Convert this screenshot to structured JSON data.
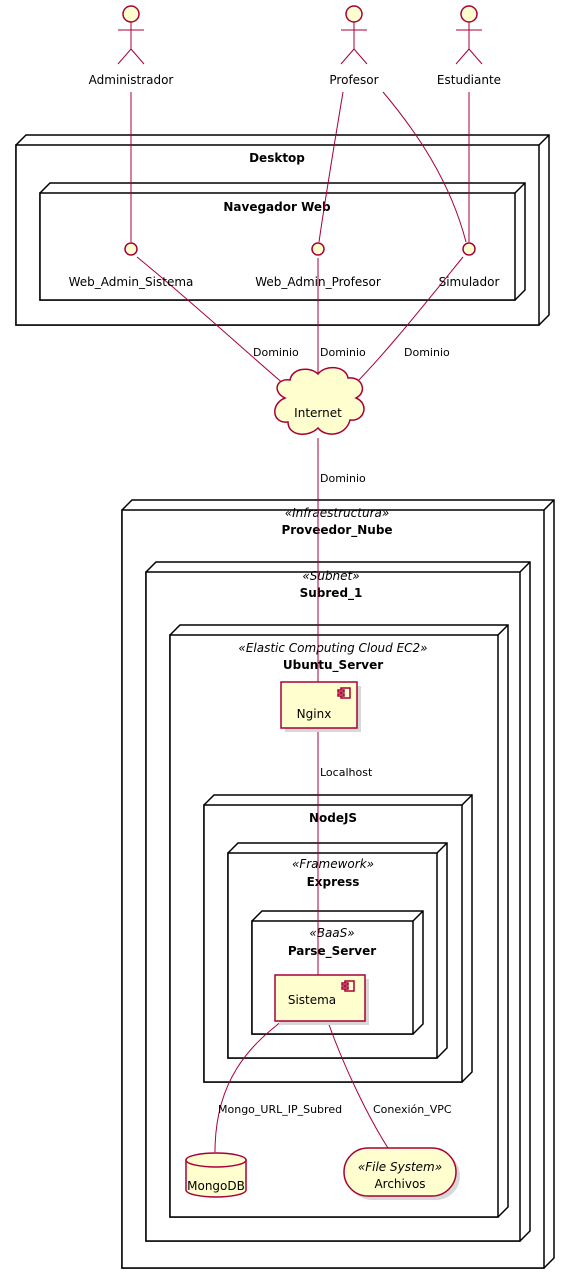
{
  "actors": {
    "administrador": "Administrador",
    "profesor": "Profesor",
    "estudiante": "Estudiante"
  },
  "nodes": {
    "desktop": "Desktop",
    "navegador": "Navegador Web",
    "proveedor": {
      "stereotype": "«Infraestructura»",
      "name": "Proveedor_Nube"
    },
    "subred": {
      "stereotype": "«Subnet»",
      "name": "Subred_1"
    },
    "ubuntu": {
      "stereotype": "«Elastic Computing Cloud EC2»",
      "name": "Ubuntu_Server"
    },
    "nodejs": "NodeJS",
    "express": {
      "stereotype": "«Framework»",
      "name": "Express"
    },
    "parse": {
      "stereotype": "«BaaS»",
      "name": "Parse_Server"
    }
  },
  "interfaces": {
    "web_admin_sistema": "Web_Admin_Sistema",
    "web_admin_profesor": "Web_Admin_Profesor",
    "simulador": "Simulador"
  },
  "cloud": "Internet",
  "components": {
    "nginx": "Nginx",
    "sistema": "Sistema"
  },
  "storage": {
    "mongodb": "MongoDB",
    "archivos": {
      "stereotype": "«File System»",
      "name": "Archivos"
    }
  },
  "edges": {
    "dominio": "Dominio",
    "localhost": "Localhost",
    "mongo_url": "Mongo_URL_IP_Subred",
    "conexion_vpc": "Conexión_VPC"
  }
}
